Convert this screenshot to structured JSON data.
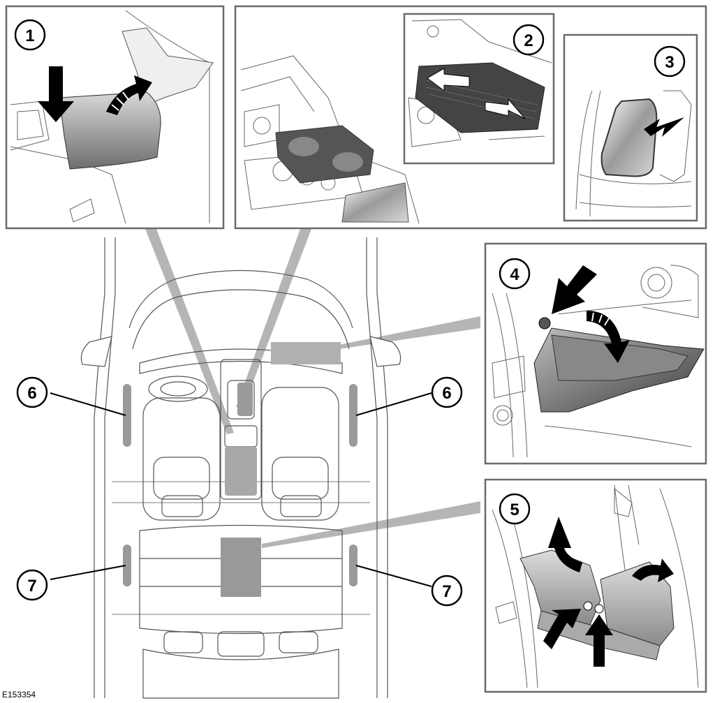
{
  "figure_id": "E153354",
  "callouts": {
    "c1": "1",
    "c2": "2",
    "c3": "3",
    "c4": "4",
    "c5": "5",
    "c6_left": "6",
    "c6_right": "6",
    "c7_left": "7",
    "c7_right": "7"
  },
  "colors": {
    "line": "#555555",
    "frame": "#6a6a6a",
    "storage_fill": "#9a9a9a",
    "leader_gray": "#a8a8a8",
    "arrow": "#000000"
  }
}
